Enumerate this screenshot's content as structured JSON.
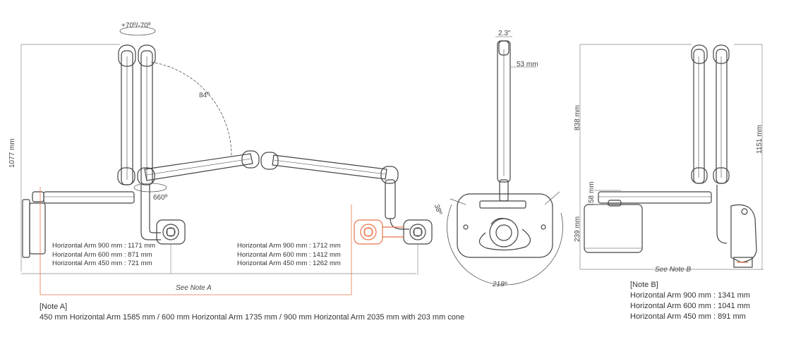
{
  "labels": {
    "rotation": "+70º/-70º",
    "angle_84": "84º",
    "angle_660": "660º",
    "height_left": "1077 mm",
    "see_note_a": "See Note A",
    "width_top": "2.3\"",
    "width_53": "53 mm",
    "angle_38": "38º",
    "angle_218": "218º",
    "height_838": "838 mm",
    "height_1151": "1151 mm",
    "height_58": "58 mm",
    "height_239": "239 mm",
    "see_note_b": "See Note B"
  },
  "spec_left": [
    "Horizontal Arm 900 mm : 1171 mm",
    "Horizontal Arm 600 mm : 871 mm",
    "Horizontal Arm 450 mm : 721 mm"
  ],
  "spec_mid": [
    "Horizontal Arm 900 mm : 1712 mm",
    "Horizontal Arm 600 mm : 1412 mm",
    "Horizontal Arm 450 mm : 1262 mm"
  ],
  "note_a": {
    "title": "[Note A]",
    "text": "450 mm Horizontal Arm 1585 mm / 600 mm Horizontal Arm 1735 mm / 900 mm Horizontal Arm 2035 mm with 203 mm cone"
  },
  "note_b": {
    "title": "[Note B]",
    "lines": [
      "Horizontal Arm 900 mm : 1341 mm",
      "Horizontal Arm 600 mm : 1041 mm",
      "Horizontal Arm 450 mm : 891 mm"
    ]
  },
  "colors": {
    "line": "#444444",
    "dim": "#888888",
    "accent": "#e8744a"
  }
}
